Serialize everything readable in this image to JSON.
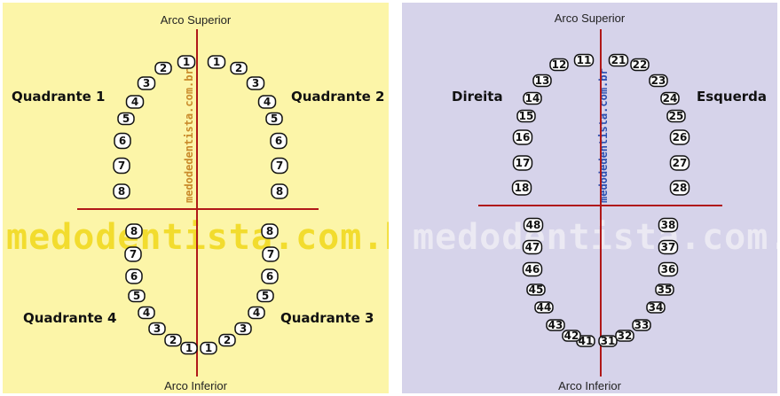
{
  "left_panel": {
    "top_label": "Arco Superior",
    "bottom_label": "Arco Inferior",
    "quadrants": [
      "Quadrante 1",
      "Quadrante 2",
      "Quadrante 3",
      "Quadrante 4"
    ],
    "watermark": "medodentista.com.br",
    "vertical_watermark": "medodedentista.com.br",
    "background_color": "#fcf5a8",
    "teeth": {
      "q1": [
        "1",
        "2",
        "3",
        "4",
        "5",
        "6",
        "7",
        "8"
      ],
      "q2": [
        "1",
        "2",
        "3",
        "4",
        "5",
        "6",
        "7",
        "8"
      ],
      "q3": [
        "1",
        "2",
        "3",
        "4",
        "5",
        "6",
        "7",
        "8"
      ],
      "q4": [
        "1",
        "2",
        "3",
        "4",
        "5",
        "6",
        "7",
        "8"
      ]
    }
  },
  "right_panel": {
    "top_label": "Arco Superior",
    "bottom_label": "Arco Inferior",
    "side_left": "Direita",
    "side_right": "Esquerda",
    "watermark": "medodentista.com.br",
    "vertical_watermark": "medodedentista.com.br",
    "background_color": "#d6d3ea",
    "teeth": {
      "q1": [
        "11",
        "12",
        "13",
        "14",
        "15",
        "16",
        "17",
        "18"
      ],
      "q2": [
        "21",
        "22",
        "23",
        "24",
        "25",
        "26",
        "27",
        "28"
      ],
      "q3": [
        "31",
        "32",
        "33",
        "34",
        "35",
        "36",
        "37",
        "38"
      ],
      "q4": [
        "41",
        "42",
        "43",
        "44",
        "45",
        "46",
        "47",
        "48"
      ]
    }
  },
  "colors": {
    "axis_line": "#b01818",
    "tooth_fill": "#ffffff",
    "tooth_stroke": "#111111"
  }
}
